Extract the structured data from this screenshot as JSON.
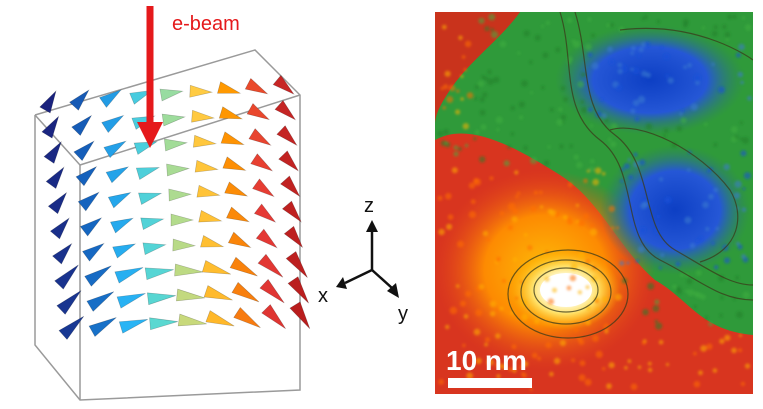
{
  "figure": {
    "beam_label": "e-beam",
    "axes": {
      "z": "z",
      "x": "x",
      "y": "y"
    },
    "scale_bar_label": "10 nm"
  },
  "colors": {
    "beam_arrow": "#e5191b",
    "beam_label": "#e5191b",
    "box_edge": "#9a9a9a",
    "axis_arrow": "#111111",
    "scale_bar": "#ffffff",
    "colormap": [
      "#1a237e",
      "#1565c0",
      "#29b6f6",
      "#66e0c8",
      "#ffd54f",
      "#ff9800",
      "#e53935",
      "#b71c1c"
    ],
    "map_background": "#2f9a3a",
    "map_low": "#1b4fd0",
    "map_high": "#ffffff"
  }
}
